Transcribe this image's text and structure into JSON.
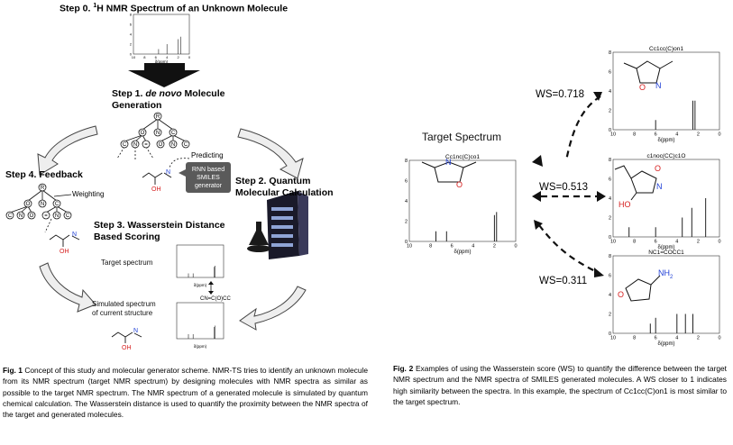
{
  "fig1": {
    "step0_prefix": "Step 0. ",
    "step0_sup": "1",
    "step0_rest": "H NMR Spectrum of an Unknown Molecule",
    "step1_line1": "Step 1. ",
    "step1_italic": "de novo",
    "step1_line1_rest": " Molecule",
    "step1_line2": "Generation",
    "step2_line1": "Step 2. Quantum",
    "step2_line2": "Molecular Calculation",
    "step3_line1": "Step 3. Wasserstein Distance",
    "step3_line2": "Based Scoring",
    "step4": "Step 4. Feedback",
    "predicting": "Predicting",
    "weighting": "Weighting",
    "rnn_box": [
      "RNN based",
      "SMILES",
      "generator"
    ],
    "target_spectrum": "Target spectrum",
    "simulated_line1": "Simulated spectrum",
    "simulated_line2": "of current structure",
    "smiles_label": "CN=C(O)CC",
    "axis_label": "δ(ppm)",
    "tree_top": [
      "R",
      "O",
      "N",
      "C",
      "C",
      "N",
      "=",
      "O",
      "N",
      "C"
    ],
    "tree_left": [
      "R",
      "O",
      "N",
      "C",
      "C",
      "N",
      "O",
      "=",
      "N",
      "C"
    ],
    "mol_atoms": [
      "N",
      "OH"
    ]
  },
  "fig2": {
    "target_title": "Target Spectrum",
    "target_smiles": "Cc1nc(C)co1",
    "cand": [
      {
        "smiles": "Cc1cc(C)on1",
        "ws": "WS=0.718"
      },
      {
        "smiles": "c1noc(CC)c1O",
        "ws": "WS=0.513"
      },
      {
        "smiles": "NC1=COCC1",
        "ws": "WS=0.311"
      }
    ],
    "xlabel": "δ(ppm)",
    "mol_atoms": {
      "target": [
        "N",
        "O"
      ],
      "c1": [
        "O",
        "N"
      ],
      "c2": [
        "O",
        "N",
        "HO"
      ],
      "c3": [
        "NH",
        "2",
        "O"
      ]
    }
  },
  "captions": {
    "fig1_label": "Fig. 1",
    "fig1_text": " Concept of this study and molecular generator scheme. NMR-TS tries to identify an unknown molecule from its NMR spectrum (target NMR spectrum) by designing molecules with NMR spectra as similar as possible to the target NMR spectrum. The NMR spectrum of a generated molecule is simulated by quantum chemical calculation. The Wasserstein distance is used to quantify the proximity between the NMR spectra of the target and generated molecules.",
    "fig2_label": "Fig. 2",
    "fig2_text": " Examples of using the Wasserstein score (WS) to quantify the difference between the target NMR spectrum and the NMR spectra of SMILES generated molecules. A WS closer to 1 indicates high similarity between the spectra. In this example, the spectrum of Cc1cc(C)on1 is most similar to the target spectrum."
  },
  "colors": {
    "arrow_gray": "#eeeeee",
    "arrow_stroke": "#444444",
    "atom_blue": "#1f3fd6",
    "atom_red": "#d61f1f",
    "rnn_box": "#5a5a5a"
  },
  "chart_data": [
    {
      "type": "bar",
      "name_hint": "step0-spectrum",
      "xlim": [
        10,
        0
      ],
      "ylim": [
        0,
        8
      ],
      "x": [
        5.5,
        4.0,
        2.0,
        1.5
      ],
      "values": [
        1,
        2,
        3,
        3.5
      ],
      "yticks": [
        "8",
        "6",
        "4",
        "2",
        "0"
      ],
      "xticks": [
        "10",
        "8",
        "6",
        "4",
        "2",
        "0"
      ]
    },
    {
      "type": "bar",
      "name_hint": "target",
      "xlim": [
        10,
        0
      ],
      "ylim": [
        0,
        8
      ],
      "x": [
        7.5,
        6.5,
        2.0,
        1.8
      ],
      "values": [
        1,
        1,
        2.6,
        2.9
      ],
      "yticks": [
        "8",
        "6",
        "4",
        "2",
        "0"
      ],
      "xticks": [
        "10",
        "8",
        "6",
        "4",
        "2",
        "0"
      ]
    },
    {
      "type": "bar",
      "name_hint": "cand1",
      "xlim": [
        10,
        0
      ],
      "ylim": [
        0,
        8
      ],
      "x": [
        6.0,
        2.5,
        2.3
      ],
      "values": [
        1,
        3,
        3
      ],
      "yticks": [
        "8",
        "6",
        "4",
        "2",
        "0"
      ],
      "xticks": [
        "10",
        "8",
        "6",
        "4",
        "2",
        "0"
      ]
    },
    {
      "type": "bar",
      "name_hint": "cand2",
      "xlim": [
        10,
        0
      ],
      "ylim": [
        0,
        8
      ],
      "x": [
        8.5,
        6.0,
        3.5,
        2.6,
        1.3
      ],
      "values": [
        1,
        1,
        2,
        3,
        4
      ],
      "yticks": [
        "8",
        "6",
        "4",
        "2",
        "0"
      ],
      "xticks": [
        "10",
        "8",
        "6",
        "4",
        "2",
        "0"
      ]
    },
    {
      "type": "bar",
      "name_hint": "cand3",
      "xlim": [
        10,
        0
      ],
      "ylim": [
        0,
        8
      ],
      "x": [
        6.5,
        6.0,
        4.0,
        3.2,
        2.5
      ],
      "values": [
        1,
        1.6,
        2,
        2,
        2
      ],
      "yticks": [
        "8",
        "6",
        "4",
        "2",
        "0"
      ],
      "xticks": [
        "10",
        "8",
        "6",
        "4",
        "2",
        "0"
      ]
    }
  ]
}
